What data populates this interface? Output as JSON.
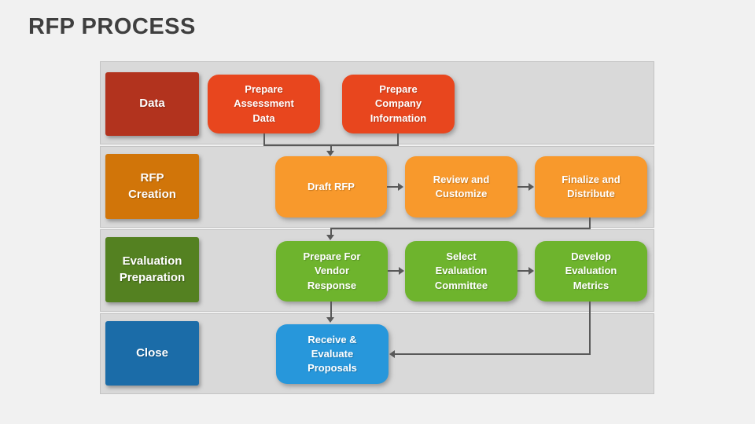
{
  "title": "RFP PROCESS",
  "colors": {
    "background": "#F1F1F1",
    "row_fill": "#D9D9D9",
    "row_border": "#C3C3C3",
    "connector": "#595959",
    "title_text": "#3F3F3F",
    "box_text": "#FFFFFF"
  },
  "lanes": [
    {
      "label": "Data",
      "lane_color": "#B2331E",
      "box_color": "#E8461E",
      "boxes": [
        "Prepare Assessment Data",
        "Prepare Company Information"
      ]
    },
    {
      "label": "RFP Creation",
      "lane_color": "#D17509",
      "box_color": "#F8992C",
      "boxes": [
        "Draft RFP",
        "Review and Customize",
        "Finalize and Distribute"
      ]
    },
    {
      "label": "Evaluation Preparation",
      "lane_color": "#548121",
      "box_color": "#6EB42D",
      "boxes": [
        "Prepare For Vendor Response",
        "Select Evaluation Committee",
        "Develop Evaluation Metrics"
      ]
    },
    {
      "label": "Close",
      "lane_color": "#1B6CA8",
      "box_color": "#2797DB",
      "boxes": [
        "Receive & Evaluate Proposals"
      ]
    }
  ]
}
